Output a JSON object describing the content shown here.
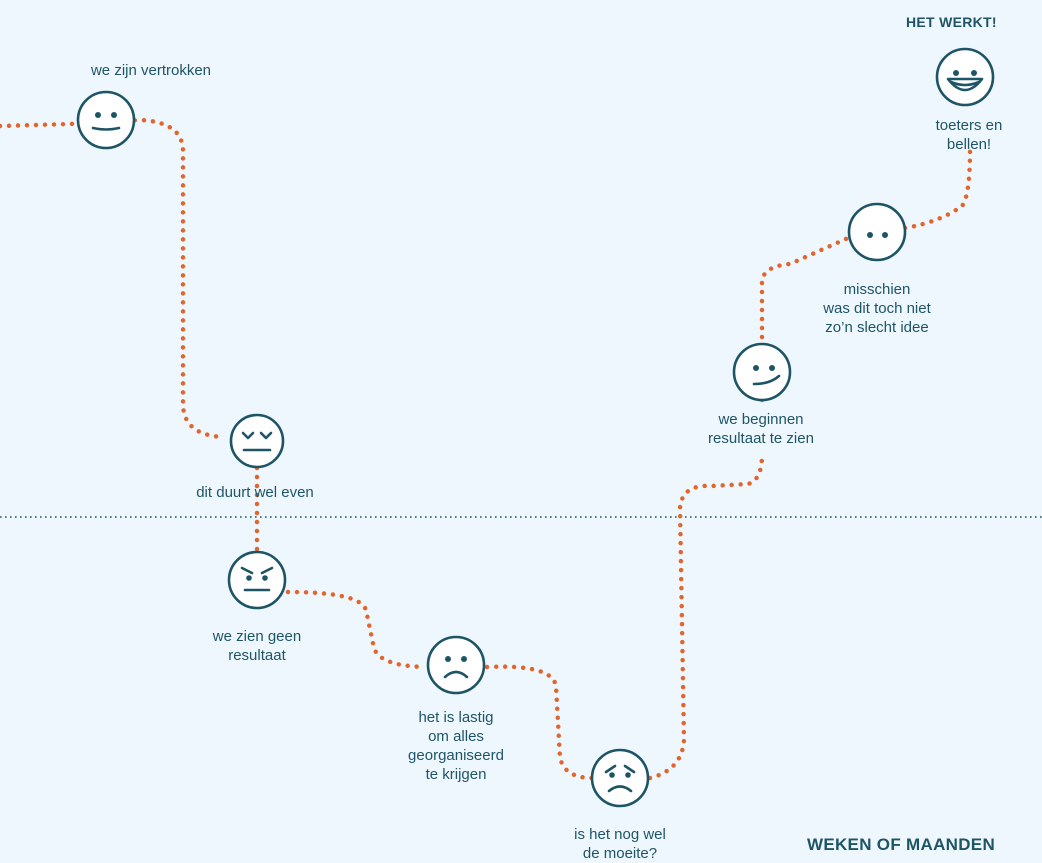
{
  "title": "HET WERKT!",
  "axis_label": "WEKEN OF MAANDEN",
  "colors": {
    "path": "#e0652e",
    "baseline": "#1e5566",
    "text": "#1e5566",
    "background": "#eef7fd"
  },
  "stages": [
    {
      "id": "vertrokken",
      "label": "we zijn vertrokken",
      "face": "neutral-smile-icon"
    },
    {
      "id": "duurt",
      "label": "dit duurt wel even",
      "face": "squint-flat-icon"
    },
    {
      "id": "geen-resultaat",
      "label": "we zien geen\nresultaat",
      "face": "angry-flat-icon"
    },
    {
      "id": "lastig",
      "label": "het is lastig\nom alles\ngeorganiseerd\nte krijgen",
      "face": "sad-icon"
    },
    {
      "id": "moeite",
      "label": "is het nog wel\nde moeite?",
      "face": "worried-sad-icon"
    },
    {
      "id": "beginnen",
      "label": "we beginnen\nresultaat te zien",
      "face": "smirk-icon"
    },
    {
      "id": "misschien",
      "label": "misschien\nwas dit toch niet\nzo’n slecht idee",
      "face": "slight-smile-icon"
    },
    {
      "id": "toeters",
      "label": "toeters en bellen!",
      "face": "big-grin-icon"
    }
  ]
}
